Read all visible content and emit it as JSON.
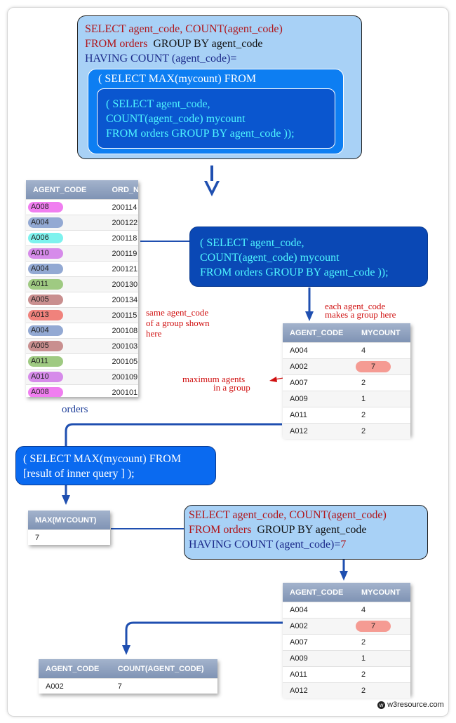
{
  "main_query": {
    "l1": "SELECT agent_code, COUNT(agent_code)",
    "l2a": "FROM orders",
    "l2b": "GROUP BY agent_code",
    "l3": "HAVING COUNT (agent_code)=",
    "mid": "( SELECT MAX(mycount)  FROM",
    "inner1": "( SELECT agent_code,",
    "inner2": "COUNT(agent_code) mycount",
    "inner3": "FROM orders  GROUP BY agent_code ));"
  },
  "orders_table": {
    "caption": "orders",
    "headers": [
      "AGENT_CODE",
      "ORD_NU"
    ],
    "rows": [
      {
        "code": "A008",
        "num": "200114",
        "color": "#f07ef0"
      },
      {
        "code": "A004",
        "num": "200122",
        "color": "#93a9d3"
      },
      {
        "code": "A006",
        "num": "200118",
        "color": "#7ef2ee"
      },
      {
        "code": "A010",
        "num": "200119",
        "color": "#d68bea"
      },
      {
        "code": "A004",
        "num": "200121",
        "color": "#93a9d3"
      },
      {
        "code": "A011",
        "num": "200130",
        "color": "#9fca82"
      },
      {
        "code": "A005",
        "num": "200134",
        "color": "#c98f8f"
      },
      {
        "code": "A013",
        "num": "200115",
        "color": "#f0827c"
      },
      {
        "code": "A004",
        "num": "200108",
        "color": "#93a9d3"
      },
      {
        "code": "A005",
        "num": "200103",
        "color": "#c98f8f"
      },
      {
        "code": "A011",
        "num": "200105",
        "color": "#9fca82"
      },
      {
        "code": "A010",
        "num": "200109",
        "color": "#d68bea"
      },
      {
        "code": "A008",
        "num": "200101",
        "color": "#f07ef0"
      }
    ]
  },
  "inner_box": {
    "l1": "( SELECT agent_code,",
    "l2": "COUNT(agent_code) mycount",
    "l3": "FROM orders  GROUP BY agent_code ));"
  },
  "notes": {
    "group1": "each agent_code",
    "group2": "makes a group here",
    "same1": "same agent_code",
    "same2": "of a group shown",
    "same3": "here",
    "max1": "maximum agents",
    "max2": "in a group"
  },
  "mycount_table": {
    "headers": [
      "AGENT_CODE",
      "MYCOUNT"
    ],
    "rows": [
      {
        "code": "A004",
        "count": "4"
      },
      {
        "code": "A002",
        "count": "7"
      },
      {
        "code": "A007",
        "count": "2"
      },
      {
        "code": "A009",
        "count": "1"
      },
      {
        "code": "A011",
        "count": "2"
      },
      {
        "code": "A012",
        "count": "2"
      }
    ]
  },
  "max_box": {
    "l1": "( SELECT MAX(mycount)  FROM",
    "l2": "[result of inner query ] );"
  },
  "max_table": {
    "header": "MAX(MYCOUNT)",
    "value": "7"
  },
  "final_query": {
    "l1": "SELECT agent_code, COUNT(agent_code)",
    "l2a": "FROM orders",
    "l2b": "GROUP BY agent_code",
    "l3a": "HAVING COUNT (agent_code)=",
    "l3b": "7"
  },
  "result_table": {
    "headers": [
      "AGENT_CODE",
      "COUNT(AGENT_CODE)"
    ],
    "row": {
      "code": "A002",
      "count": "7"
    }
  },
  "footer": {
    "brand": "w3resource.com"
  }
}
